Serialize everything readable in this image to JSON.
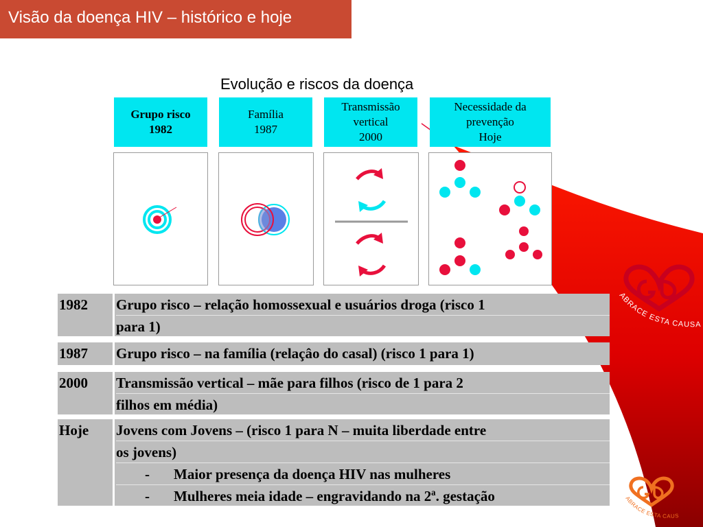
{
  "header": {
    "title": "Visão da doença HIV – histórico e hoje"
  },
  "diagram": {
    "subtitle": "Evolução e riscos da doença",
    "stages": [
      {
        "line1": "Grupo risco",
        "line2": "1982",
        "line3": ""
      },
      {
        "line1": "Família",
        "line2": "1987",
        "line3": ""
      },
      {
        "line1": "Transmissão",
        "line2": "vertical",
        "line3": "2000"
      },
      {
        "line1": "Necessidade da",
        "line2": "prevenção",
        "line3": "Hoje"
      }
    ]
  },
  "table": {
    "rows": [
      {
        "year": "1982",
        "lines": [
          "Grupo risco – relação homossexual e usuários droga (risco 1",
          "para 1)"
        ]
      },
      {
        "year": "1987",
        "lines": [
          "Grupo risco – na família (relaçâo do casal) (risco 1 para 1)"
        ]
      },
      {
        "year": "2000",
        "lines": [
          "Transmissão vertical – mãe para filhos (risco de 1 para 2",
          "filhos em média)"
        ]
      },
      {
        "year": "Hoje",
        "lines": [
          "Jovens com Jovens – (risco 1 para N – muita liberdade entre",
          "os jovens)"
        ],
        "bullets": [
          {
            "dash": "-",
            "text": "Maior presença da doença HIV nas mulheres"
          },
          {
            "dash": "-",
            "text": "Mulheres meia idade – engravidando na 2ª. gestação"
          }
        ]
      }
    ]
  },
  "logo": {
    "text": "ABRACE ESTA CAUSA"
  },
  "colors": {
    "red": "#e8103c",
    "cyan": "#00e6f0",
    "ribbon": "#d40000",
    "titlebar": "#c94a32"
  }
}
